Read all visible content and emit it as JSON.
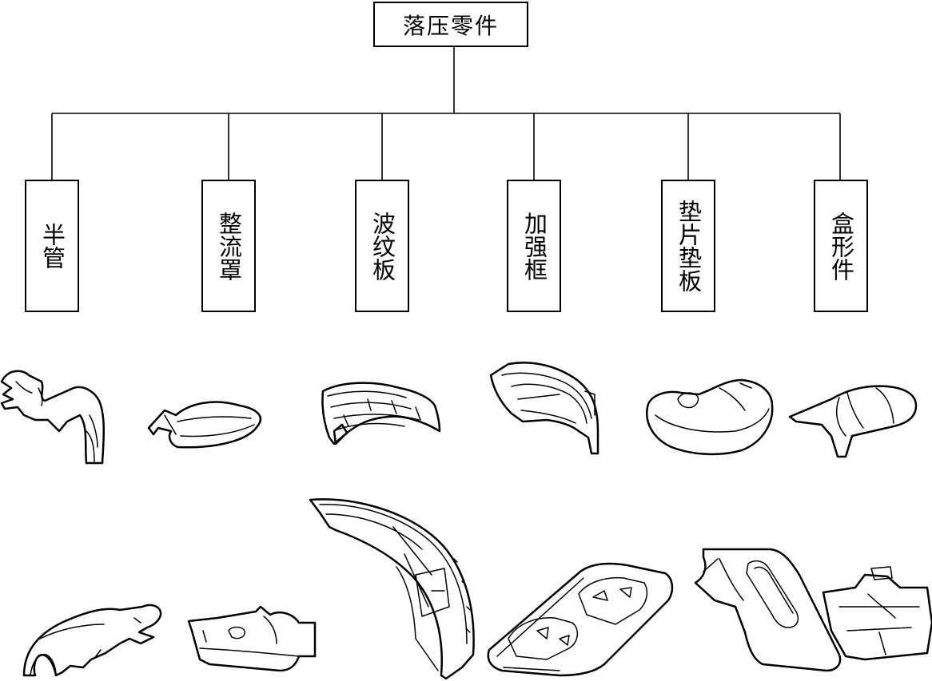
{
  "root": {
    "label": "落压零件"
  },
  "categories": [
    {
      "label": "半管"
    },
    {
      "label": "整流罩"
    },
    {
      "label": "波纹板"
    },
    {
      "label": "加强框"
    },
    {
      "label": "垫片垫板"
    },
    {
      "label": "盒形件"
    }
  ],
  "illustrations": [
    "half-tube-part",
    "fairing-part",
    "corrugated-plate-part",
    "reinforcing-frame-part",
    "pad-plate-part",
    "box-shaped-part"
  ]
}
